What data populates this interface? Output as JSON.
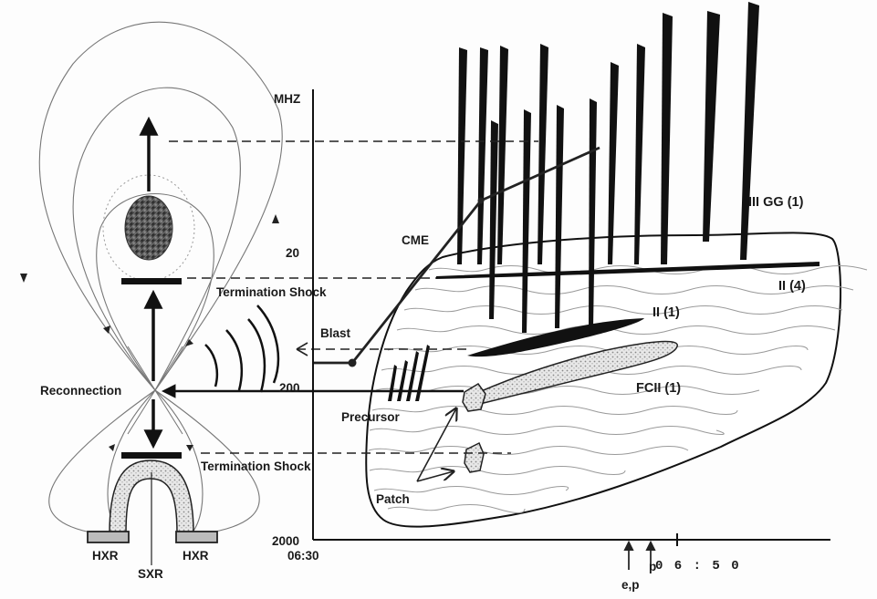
{
  "axis": {
    "unit": "MHZ",
    "freq_ticks": [
      "20",
      "200",
      "2000"
    ],
    "time_start": "06:30",
    "time_end": "0 6 : 5 0"
  },
  "labels": {
    "cme": "CME",
    "blast": "Blast",
    "reconnection": "Reconnection",
    "termination_shock_top": "Termination Shock",
    "termination_shock_bottom": "Termination Shock",
    "precursor": "Precursor",
    "patch": "Patch",
    "hxr_left": "HXR",
    "hxr_right": "HXR",
    "sxr": "SXR",
    "particles_ep": "e,p",
    "particles_p": "p"
  },
  "bursts": {
    "type_iii": "III GG (1)",
    "type_ii_harmonic": "II (4)",
    "type_ii": "II (1)",
    "fcii": "FCII (1)"
  }
}
